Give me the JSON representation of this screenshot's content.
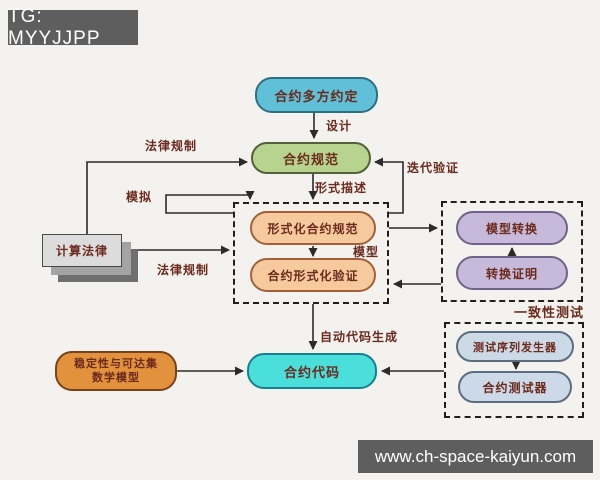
{
  "overlays": {
    "tg_label": "TG: MYYJJPP",
    "site_url": "www.ch-space-kaiyun.com"
  },
  "diagram": {
    "nodes": {
      "agreement": {
        "label": "合约多方约定",
        "fill": "#5fc0d8",
        "border": "#2f6f82"
      },
      "spec": {
        "label": "合约规范",
        "fill": "#b7d48e",
        "border": "#54603a"
      },
      "formal_spec": {
        "label": "形式化合约规范",
        "fill": "#f7ca9e",
        "border": "#a2603a"
      },
      "formal_verify": {
        "label": "合约形式化验证",
        "fill": "#f7ca9e",
        "border": "#a2603a"
      },
      "model_transform": {
        "label": "模型转换",
        "fill": "#c7b9d9",
        "border": "#6f6488"
      },
      "transform_proof": {
        "label": "转换证明",
        "fill": "#c7b9d9",
        "border": "#6f6488"
      },
      "test_seq_gen": {
        "label": "测试序列发生器",
        "fill": "#ccd9e6",
        "border": "#5d6d80"
      },
      "contract_tester": {
        "label": "合约测试器",
        "fill": "#ccd9e6",
        "border": "#5d6d80"
      },
      "contract_code": {
        "label": "合约代码",
        "fill": "#4adfda",
        "border": "#17808c"
      },
      "math_model": {
        "line1": "稳定性与可达集",
        "line2": "数学模型",
        "fill": "#e2923d",
        "border": "#7a421c"
      },
      "computational_law": {
        "label": "计算法律",
        "fill": "#dcdcdc",
        "border": "#4a4a4a"
      }
    },
    "edge_labels": {
      "design": "设计",
      "formal_description": "形式描述",
      "legal_regulation_top": "法律规制",
      "legal_regulation_bottom": "法律规制",
      "simulation": "模拟",
      "iterative_verification": "迭代验证",
      "auto_code_generation": "自动代码生成",
      "model": "模型",
      "consistency_testing": "一致性测试"
    },
    "text_color": "#6b2a1c"
  }
}
